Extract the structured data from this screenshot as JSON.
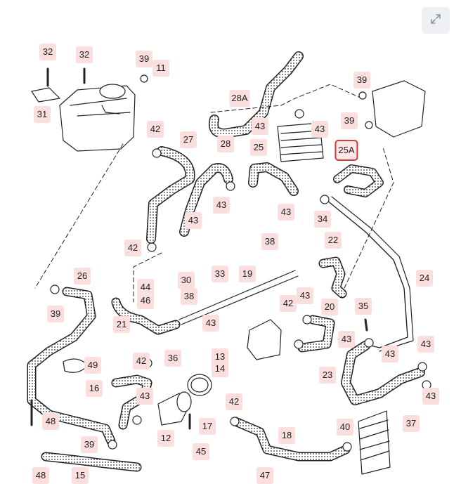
{
  "toolbar": {
    "expand_icon": "expand-icon"
  },
  "callouts": [
    "32",
    "32",
    "31",
    "39",
    "11",
    "28A",
    "43",
    "43",
    "39",
    "39",
    "25A",
    "42",
    "27",
    "28",
    "25",
    "43",
    "43",
    "43",
    "34",
    "42",
    "43",
    "38",
    "22",
    "26",
    "39",
    "33",
    "19",
    "24",
    "44",
    "46",
    "30",
    "38",
    "43",
    "42",
    "20",
    "35",
    "21",
    "43",
    "43",
    "43",
    "36",
    "13",
    "14",
    "49",
    "42",
    "16",
    "43",
    "23",
    "43",
    "48",
    "12",
    "17",
    "42",
    "37",
    "39",
    "45",
    "18",
    "40",
    "15",
    "47",
    "48"
  ]
}
